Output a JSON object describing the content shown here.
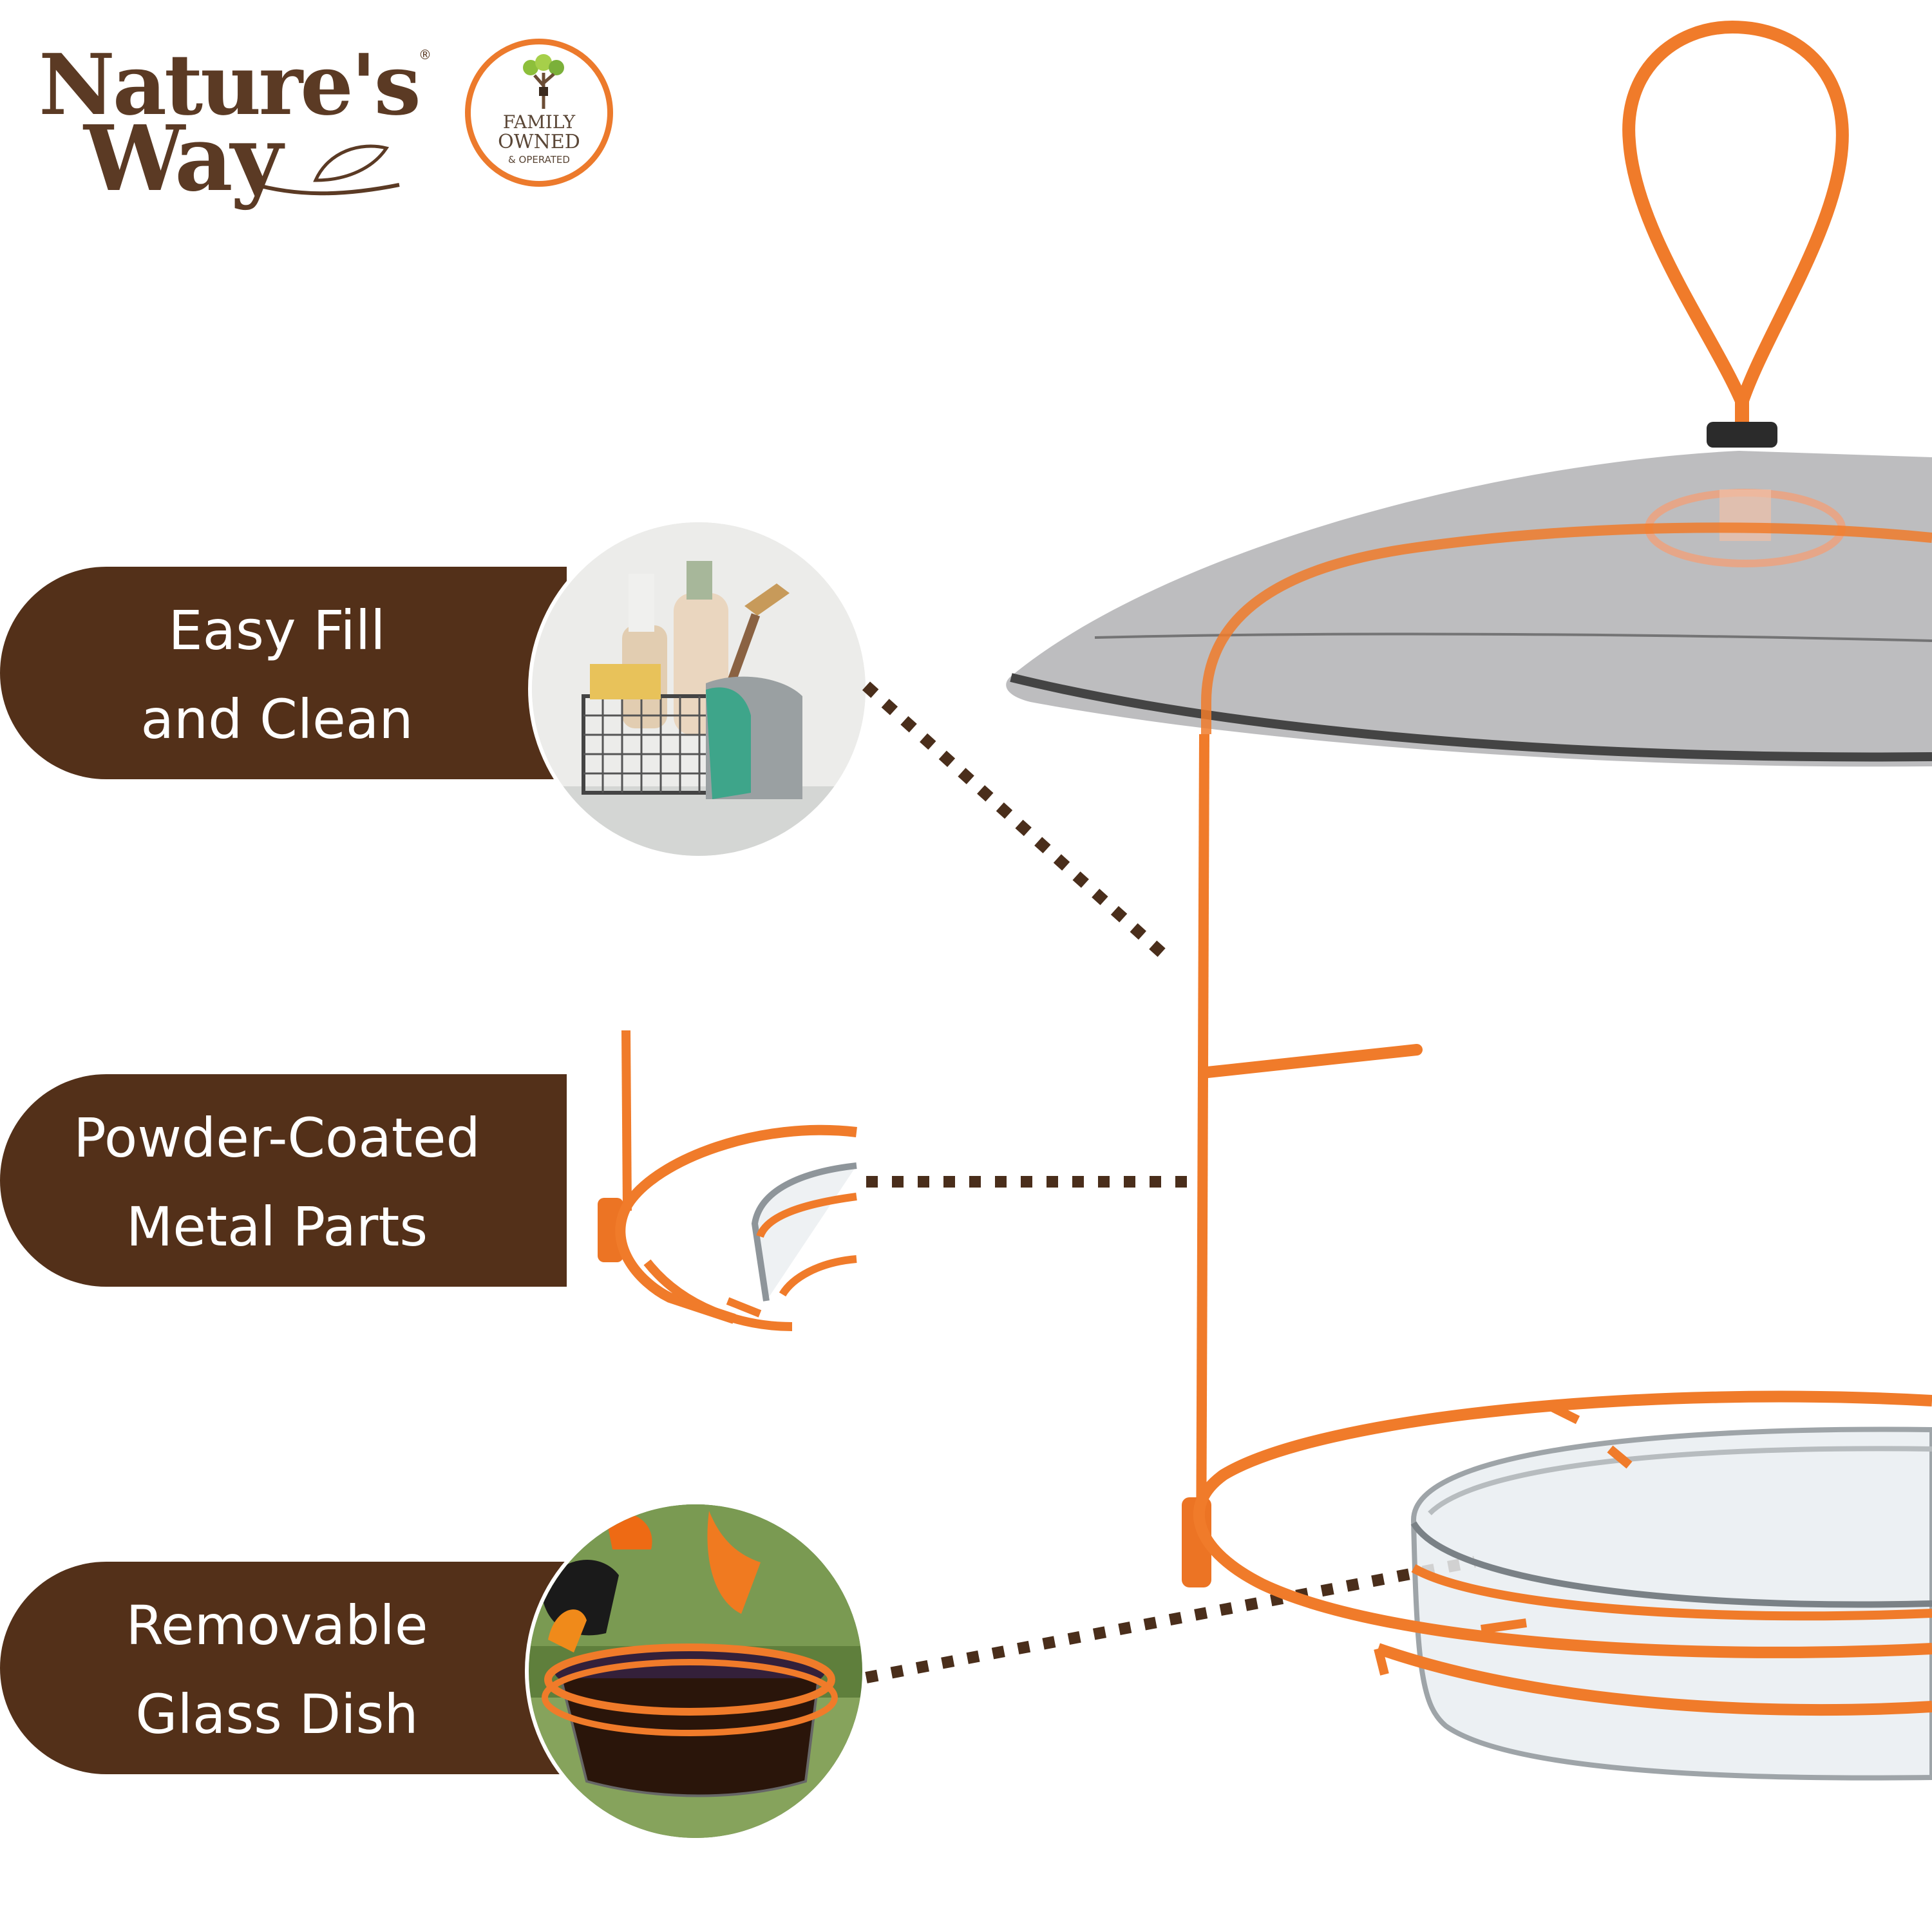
{
  "brand": {
    "name_line1": "Nature's",
    "name_line2": "Way",
    "registered": "®"
  },
  "badge": {
    "line1": "FAMILY",
    "line2": "OWNED",
    "line3": "& OPERATED"
  },
  "features": [
    {
      "line1": "Easy Fill",
      "line2": "and Clean",
      "icon": "cleaning-supplies-photo"
    },
    {
      "line1": "Powder-Coated",
      "line2": "Metal Parts",
      "icon": "metal-ring-closeup"
    },
    {
      "line1": "Removable",
      "line2": "Glass Dish",
      "icon": "oriole-feeding-photo"
    }
  ],
  "colors": {
    "brown": "#533019",
    "orange": "#f07b2a",
    "dotted_leader": "#4a2e1b"
  }
}
